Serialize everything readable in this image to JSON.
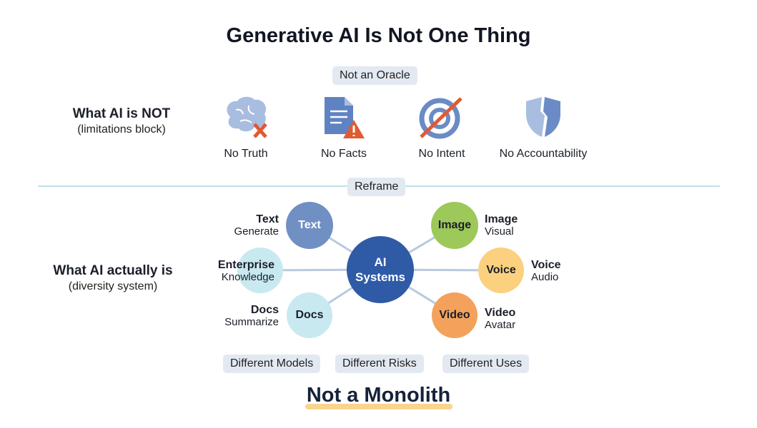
{
  "title": "Generative AI Is Not One Thing",
  "not_section": {
    "badge": "Not an Oracle",
    "heading": "What AI is NOT",
    "subheading": "(limitations block)",
    "items": [
      {
        "label": "No Truth",
        "icon": "brain-x-icon"
      },
      {
        "label": "No Facts",
        "icon": "document-warning-icon"
      },
      {
        "label": "No Intent",
        "icon": "target-crossed-icon"
      },
      {
        "label": "No Accountability",
        "icon": "broken-shield-icon"
      }
    ]
  },
  "reframe_label": "Reframe",
  "is_section": {
    "heading": "What AI actually is",
    "subheading": "(diversity system)",
    "center": {
      "line1": "AI",
      "line2": "Systems",
      "color": "#2f5aa6"
    },
    "nodes": [
      {
        "circle": "Text",
        "title": "Text",
        "sub": "Generate",
        "color": "#7090c3"
      },
      {
        "circle": "",
        "title": "Enterprise",
        "sub": "Knowledge",
        "color": "#c8e9f0"
      },
      {
        "circle": "Docs",
        "title": "Docs",
        "sub": "Summarize",
        "color": "#c8e9f0"
      },
      {
        "circle": "Image",
        "title": "Image",
        "sub": "Visual",
        "color": "#9dc85a"
      },
      {
        "circle": "Voice",
        "title": "Voice",
        "sub": "Audio",
        "color": "#fbd17f"
      },
      {
        "circle": "Video",
        "title": "Video",
        "sub": "Avatar",
        "color": "#f4a25b"
      }
    ],
    "tags": [
      "Different Models",
      "Different Risks",
      "Different Uses"
    ]
  },
  "conclusion": "Not a Monolith"
}
